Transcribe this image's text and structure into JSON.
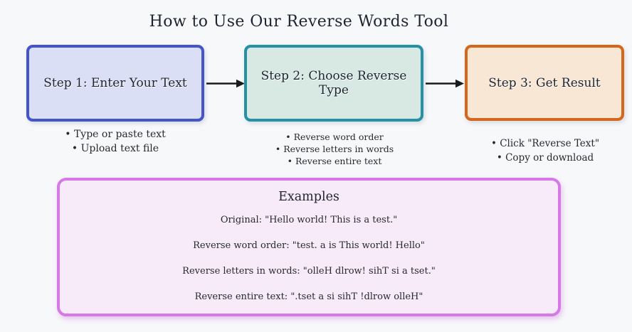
{
  "title": "How to Use Our Reverse Words Tool",
  "steps": [
    {
      "label": "Step 1: Enter Your Text",
      "bullets": [
        "• Type or paste text",
        "• Upload text file"
      ]
    },
    {
      "label": "Step 2: Choose Reverse Type",
      "bullets": [
        "• Reverse word order",
        "• Reverse letters in words",
        "• Reverse entire text"
      ]
    },
    {
      "label": "Step 3: Get Result",
      "bullets": [
        "• Click \"Reverse Text\"",
        "• Copy or download"
      ]
    }
  ],
  "examples": {
    "title": "Examples",
    "lines": [
      "Original: \"Hello world! This is a test.\"",
      "Reverse word order: \"test. a is This world! Hello\"",
      "Reverse letters in words: \"olleH dlrow! sihT si a tset.\"",
      "Reverse entire text: \".tset a si sihT !dlrow olleH\""
    ]
  },
  "colors": {
    "background": "#f7f8fa",
    "title_text": "#1f2530",
    "body_text": "#26292e",
    "arrow": "#1a1a1a",
    "step1_fill": "#dbdff5",
    "step1_border": "#4355c9",
    "step2_fill": "#d8e8e2",
    "step2_border": "#2691a5",
    "step3_fill": "#f9e7d6",
    "step3_border": "#d4671c",
    "examples_fill": "#f7ebf9",
    "examples_border": "#d678e6"
  }
}
